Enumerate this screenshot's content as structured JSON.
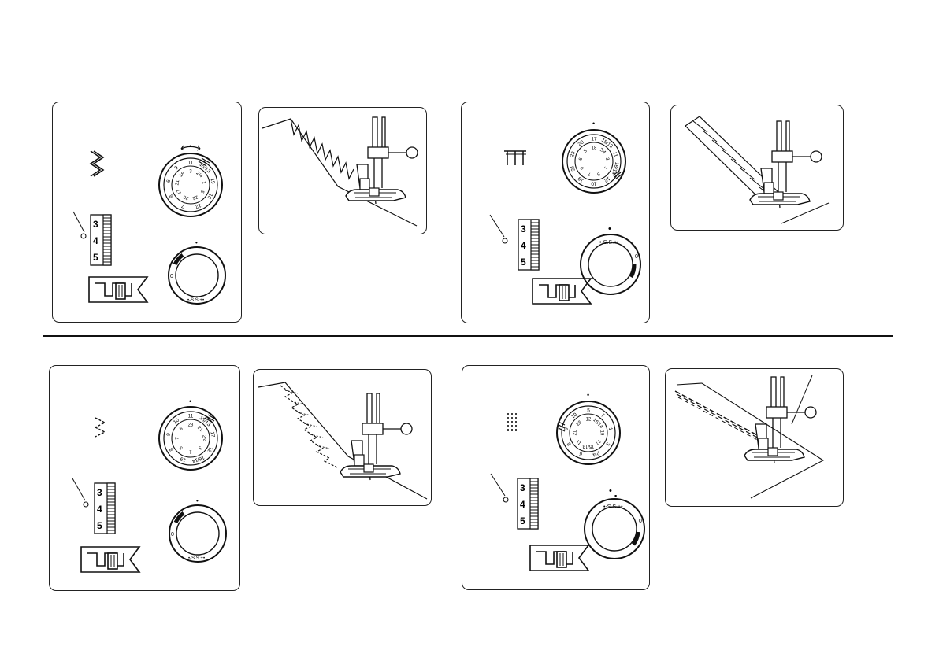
{
  "stitch_length_scale": [
    "3",
    "4",
    "5"
  ],
  "dial_marks": {
    "pattern_top": "•",
    "length_ss": "•-S.S.+•",
    "length_zero": "0"
  },
  "settings": [
    {
      "id": "zigzag",
      "pattern_dial_numbers": [
        "11",
        "15/13",
        "19",
        "16",
        "12",
        "7",
        "8",
        "6",
        "9",
        "3",
        "2/4",
        "1",
        "5",
        "22",
        "20",
        "17",
        "21",
        "18"
      ],
      "stitch_icon": "zigzag-stitch-icon"
    },
    {
      "id": "blanket",
      "pattern_dial_numbers": [
        "17",
        "15/13",
        "11",
        "16/14",
        "12",
        "10",
        "19",
        "21",
        "23",
        "20",
        "18",
        "2/4",
        "3",
        "1",
        "5",
        "7",
        "9",
        "6",
        "8"
      ],
      "stitch_icon": "blanket-stitch-icon"
    },
    {
      "id": "triple-zigzag",
      "pattern_dial_numbers": [
        "11",
        "15/13",
        "17",
        "12",
        "16/14",
        "19",
        "8",
        "9",
        "10",
        "23",
        "21",
        "2/4",
        "3",
        "1",
        "5",
        "7",
        "6"
      ],
      "stitch_icon": "broken-zigzag-icon"
    },
    {
      "id": "triple-straight",
      "pattern_dial_numbers": [
        "5",
        "7",
        "1",
        "3",
        "2/4",
        "6",
        "8",
        "9",
        "10",
        "12",
        "16/14",
        "19",
        "17",
        "15/13",
        "11",
        "21",
        "23"
      ],
      "stitch_icon": "triple-straight-stitch-icon"
    }
  ]
}
